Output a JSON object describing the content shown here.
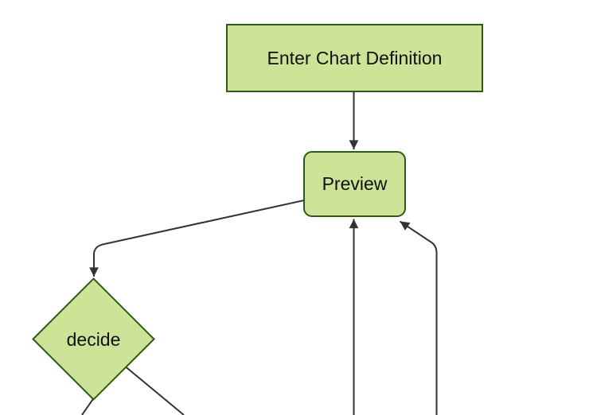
{
  "diagram": {
    "type": "flowchart",
    "direction": "top-down",
    "theme": {
      "background": "#ffffff",
      "node_fill": "#cde498",
      "node_border": "#2d5a16",
      "edge_color": "#333333",
      "arrowhead_color": "#333333",
      "text_color": "#111111"
    },
    "nodes": [
      {
        "id": "A",
        "label": "Enter Chart Definition",
        "shape": "rectangle"
      },
      {
        "id": "B",
        "label": "Preview",
        "shape": "rounded-rectangle"
      },
      {
        "id": "C",
        "label": "decide",
        "shape": "diamond"
      }
    ],
    "edges": [
      {
        "from": "A",
        "to": "B",
        "arrow": true
      },
      {
        "from": "B",
        "to": "C",
        "arrow": true
      },
      {
        "from": "C",
        "to": "offscreen-bottom-left",
        "arrow": false
      },
      {
        "from": "C",
        "to": "offscreen-bottom-right",
        "arrow": false
      },
      {
        "from": "offscreen-bottom-center",
        "to": "B",
        "arrow": true
      },
      {
        "from": "offscreen-bottom-right",
        "to": "B",
        "arrow": true
      }
    ]
  }
}
